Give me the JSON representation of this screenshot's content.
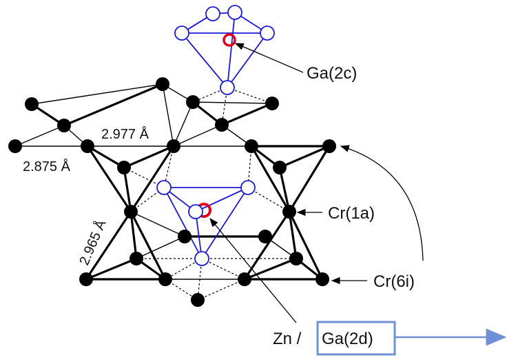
{
  "labels": {
    "ga_2c": "Ga(2c)",
    "cr_1a": "Cr(1a)",
    "cr_6i": "Cr(6i)",
    "zn_prefix": "Zn /",
    "ga_2d": "Ga(2d)"
  },
  "distances": {
    "d1": "2.977 Å",
    "d2": "2.875 Å",
    "d3": "2.965 Å"
  },
  "colors": {
    "bond": "#000000",
    "polyhedron": "#1a1ad6",
    "highlight_atom": "#e0001a",
    "box": "#6f8fd6"
  }
}
